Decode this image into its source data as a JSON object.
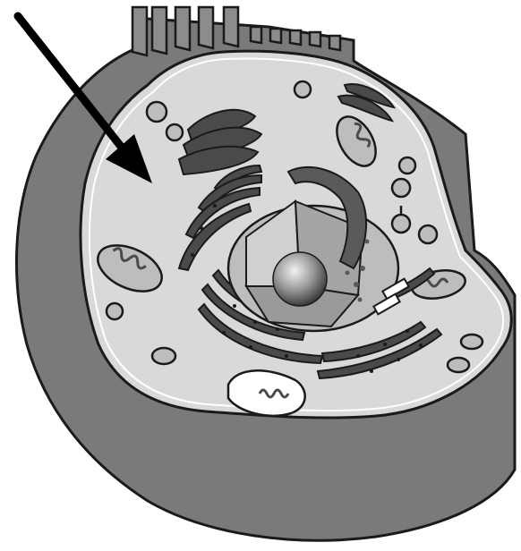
{
  "figure": {
    "subject": "animal-cell-cutaway",
    "style": "grayscale-illustration",
    "pointer": {
      "icon": "arrow-icon",
      "color": "#000000",
      "points_to": "cytoplasm"
    },
    "parts": [
      "cell-membrane",
      "cytoplasm",
      "nucleus",
      "nucleolus",
      "nuclear-envelope",
      "rough-endoplasmic-reticulum",
      "smooth-endoplasmic-reticulum",
      "golgi-apparatus",
      "mitochondria",
      "vesicles",
      "lysosomes",
      "centrioles",
      "microvilli"
    ],
    "colors": {
      "outline": "#1a1a1a",
      "outer_body": "#7a7a7a",
      "cytoplasm": "#d9d9d9",
      "organelle_dark": "#4a4a4a",
      "organelle_mid": "#8c8c8c",
      "nucleus_light": "#bdbdbd"
    }
  }
}
